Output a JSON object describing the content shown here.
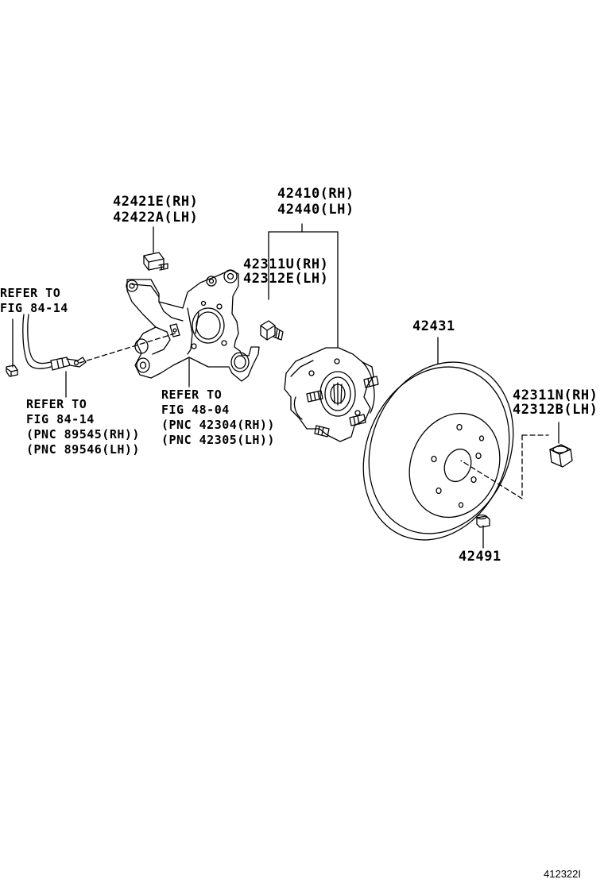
{
  "labels": {
    "knuckle_bolt": {
      "line1": "42421E(RH)",
      "line2": "42422A(LH)"
    },
    "hub_assembly": {
      "line1": "42410(RH)",
      "line2": "42440(LH)"
    },
    "hub_bolt": {
      "line1": "42311U(RH)",
      "line2": "42312E(LH)"
    },
    "disc": {
      "line1": "42431"
    },
    "hub_nut": {
      "line1": "42311N(RH)",
      "line2": "42312B(LH)"
    },
    "disc_plug": {
      "line1": "42491"
    }
  },
  "references": {
    "sensor_bolt_ref": {
      "line1": "REFER TO",
      "line2": "FIG 84-14"
    },
    "speed_sensor_ref": {
      "line1": "REFER TO",
      "line2": "FIG 84-14",
      "line3": "(PNC 89545(RH))",
      "line4": "(PNC 89546(LH))"
    },
    "knuckle_ref": {
      "line1": "REFER TO",
      "line2": "FIG 48-04",
      "line3": "(PNC 42304(RH))",
      "line4": "(PNC 42305(LH))"
    }
  },
  "figure_id": "412322I",
  "colors": {
    "ink": "#000000",
    "background": "#ffffff"
  }
}
